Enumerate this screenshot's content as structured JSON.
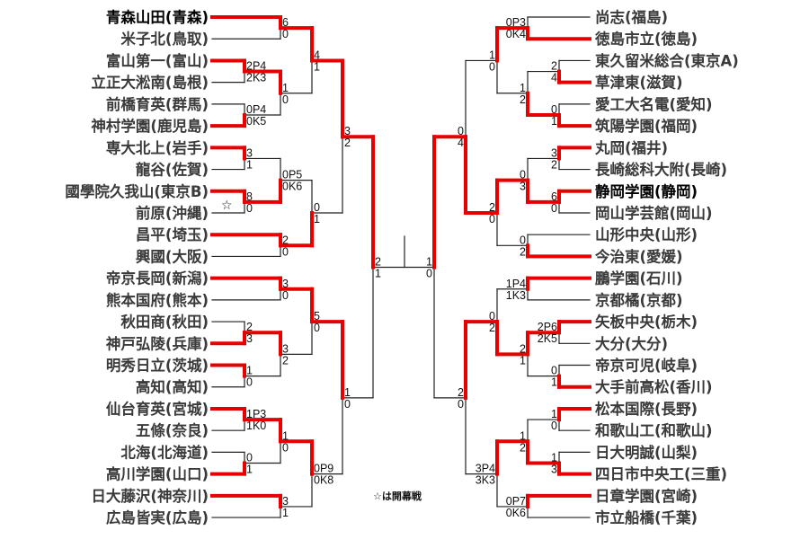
{
  "colors": {
    "win": "#e60000",
    "line": "#222222"
  },
  "legend": "☆は開幕戦",
  "star": "☆",
  "left": {
    "teams": [
      {
        "name": "青森山田(青森)",
        "bold": true
      },
      {
        "name": "米子北(鳥取)"
      },
      {
        "name": "富山第一(富山)"
      },
      {
        "name": "立正大淞南(島根)"
      },
      {
        "name": "前橋育英(群馬)"
      },
      {
        "name": "神村学園(鹿児島)"
      },
      {
        "name": "専大北上(岩手)"
      },
      {
        "name": "龍谷(佐賀)"
      },
      {
        "name": "國學院久我山(東京B)"
      },
      {
        "name": "前原(沖縄)",
        "star": true
      },
      {
        "name": "昌平(埼玉)"
      },
      {
        "name": "興國(大阪)"
      },
      {
        "name": "帝京長岡(新潟)"
      },
      {
        "name": "熊本国府(熊本)"
      },
      {
        "name": "秋田商(秋田)"
      },
      {
        "name": "神戸弘陵(兵庫)"
      },
      {
        "name": "明秀日立(茨城)"
      },
      {
        "name": "高知(高知)"
      },
      {
        "name": "仙台育英(宮城)"
      },
      {
        "name": "五條(奈良)"
      },
      {
        "name": "北海(北海道)"
      },
      {
        "name": "高川学園(山口)"
      },
      {
        "name": "日大藤沢(神奈川)"
      },
      {
        "name": "広島皆実(広島)"
      }
    ],
    "semi": {
      "s": [
        "2",
        "1"
      ],
      "w": 0,
      "c": [
        {
          "s": [
            "3",
            "2"
          ],
          "w": 0,
          "c": [
            {
              "s": [
                "4",
                "1"
              ],
              "w": 0,
              "c": [
                {
                  "s": [
                    "6",
                    "0"
                  ],
                  "w": 0,
                  "c": [
                    0,
                    1
                  ]
                },
                {
                  "s": [
                    "1",
                    "0"
                  ],
                  "w": 0,
                  "c": [
                    {
                      "s": [
                        "2P4",
                        "2K3"
                      ],
                      "w": 0,
                      "c": [
                        2,
                        3
                      ]
                    },
                    {
                      "s": [
                        "0P4",
                        "0K5"
                      ],
                      "w": 1,
                      "c": [
                        4,
                        5
                      ]
                    }
                  ]
                }
              ]
            },
            {
              "s": [
                "0",
                "1"
              ],
              "w": 1,
              "c": [
                {
                  "s": [
                    "0P5",
                    "0K6"
                  ],
                  "w": 1,
                  "c": [
                    {
                      "s": [
                        "3",
                        "1"
                      ],
                      "w": 0,
                      "c": [
                        6,
                        7
                      ]
                    },
                    {
                      "s": [
                        "8",
                        "0"
                      ],
                      "w": 0,
                      "c": [
                        8,
                        9
                      ]
                    }
                  ]
                },
                {
                  "s": [
                    "2",
                    "0"
                  ],
                  "w": 0,
                  "c": [
                    10,
                    11
                  ]
                }
              ]
            }
          ]
        },
        {
          "s": [
            "1",
            "0"
          ],
          "w": 0,
          "c": [
            {
              "s": [
                "5",
                "0"
              ],
              "w": 0,
              "c": [
                {
                  "s": [
                    "3",
                    "0"
                  ],
                  "w": 0,
                  "c": [
                    12,
                    13
                  ]
                },
                {
                  "s": [
                    "3",
                    "2"
                  ],
                  "w": 0,
                  "c": [
                    {
                      "s": [
                        "2",
                        "3"
                      ],
                      "w": 1,
                      "c": [
                        14,
                        15
                      ]
                    },
                    {
                      "s": [
                        "1",
                        "0"
                      ],
                      "w": 0,
                      "c": [
                        16,
                        17
                      ]
                    }
                  ]
                }
              ]
            },
            {
              "s": [
                "0P9",
                "0K8"
              ],
              "w": 0,
              "c": [
                {
                  "s": [
                    "1",
                    "0"
                  ],
                  "w": 0,
                  "c": [
                    {
                      "s": [
                        "1P3",
                        "1K0"
                      ],
                      "w": 0,
                      "c": [
                        18,
                        19
                      ]
                    },
                    {
                      "s": [
                        "0",
                        "1"
                      ],
                      "w": 1,
                      "c": [
                        20,
                        21
                      ]
                    }
                  ]
                },
                {
                  "s": [
                    "3",
                    "1"
                  ],
                  "w": 0,
                  "c": [
                    22,
                    23
                  ]
                }
              ]
            }
          ]
        }
      ]
    }
  },
  "right": {
    "teams": [
      {
        "name": "尚志(福島)"
      },
      {
        "name": "徳島市立(徳島)"
      },
      {
        "name": "東久留米総合(東京A)"
      },
      {
        "name": "草津東(滋賀)"
      },
      {
        "name": "愛工大名電(愛知)"
      },
      {
        "name": "筑陽学園(福岡)"
      },
      {
        "name": "丸岡(福井)"
      },
      {
        "name": "長崎総科大附(長崎)"
      },
      {
        "name": "静岡学園(静岡)",
        "bold": true
      },
      {
        "name": "岡山学芸館(岡山)"
      },
      {
        "name": "山形中央(山形)"
      },
      {
        "name": "今治東(愛媛)"
      },
      {
        "name": "鵬学園(石川)"
      },
      {
        "name": "京都橘(京都)"
      },
      {
        "name": "矢板中央(栃木)"
      },
      {
        "name": "大分(大分)"
      },
      {
        "name": "帝京可児(岐阜)"
      },
      {
        "name": "大手前高松(香川)"
      },
      {
        "name": "松本国際(長野)"
      },
      {
        "name": "和歌山工(和歌山)"
      },
      {
        "name": "日大明誠(山梨)"
      },
      {
        "name": "四日市中央工(三重)"
      },
      {
        "name": "日章学園(宮崎)"
      },
      {
        "name": "市立船橋(千葉)"
      }
    ],
    "semi": {
      "s": [
        "1",
        "0"
      ],
      "w": 0,
      "c": [
        {
          "s": [
            "0",
            "4"
          ],
          "w": 1,
          "c": [
            {
              "s": [
                "1",
                "0"
              ],
              "w": 0,
              "c": [
                {
                  "s": [
                    "0P3",
                    "0K4"
                  ],
                  "w": 1,
                  "c": [
                    0,
                    1
                  ]
                },
                {
                  "s": [
                    "1",
                    "2"
                  ],
                  "w": 1,
                  "c": [
                    {
                      "s": [
                        "2",
                        "4"
                      ],
                      "w": 1,
                      "c": [
                        2,
                        3
                      ]
                    },
                    {
                      "s": [
                        "0",
                        "1"
                      ],
                      "w": 1,
                      "c": [
                        4,
                        5
                      ]
                    }
                  ]
                }
              ]
            },
            {
              "s": [
                "2",
                "0"
              ],
              "w": 0,
              "c": [
                {
                  "s": [
                    "0",
                    "3"
                  ],
                  "w": 1,
                  "c": [
                    {
                      "s": [
                        "3",
                        "2"
                      ],
                      "w": 0,
                      "c": [
                        6,
                        7
                      ]
                    },
                    {
                      "s": [
                        "6",
                        "0"
                      ],
                      "w": 0,
                      "c": [
                        8,
                        9
                      ]
                    }
                  ]
                },
                {
                  "s": [
                    "0",
                    "2"
                  ],
                  "w": 1,
                  "c": [
                    10,
                    11
                  ]
                }
              ]
            }
          ]
        },
        {
          "s": [
            "2",
            "0"
          ],
          "w": 0,
          "c": [
            {
              "s": [
                "0",
                "2"
              ],
              "w": 1,
              "c": [
                {
                  "s": [
                    "1P4",
                    "1K3"
                  ],
                  "w": 0,
                  "c": [
                    12,
                    13
                  ]
                },
                {
                  "s": [
                    "2",
                    "1"
                  ],
                  "w": 0,
                  "c": [
                    {
                      "s": [
                        "2P6",
                        "2K5"
                      ],
                      "w": 0,
                      "c": [
                        14,
                        15
                      ]
                    },
                    {
                      "s": [
                        "0",
                        "1"
                      ],
                      "w": 1,
                      "c": [
                        16,
                        17
                      ]
                    }
                  ]
                }
              ]
            },
            {
              "s": [
                "3P4",
                "3K3"
              ],
              "w": 0,
              "c": [
                {
                  "s": [
                    "1",
                    "2"
                  ],
                  "w": 1,
                  "c": [
                    {
                      "s": [
                        "1",
                        "0"
                      ],
                      "w": 0,
                      "c": [
                        18,
                        19
                      ]
                    },
                    {
                      "s": [
                        "1",
                        "3"
                      ],
                      "w": 1,
                      "c": [
                        20,
                        21
                      ]
                    }
                  ]
                },
                {
                  "s": [
                    "0P7",
                    "0K6"
                  ],
                  "w": 0,
                  "c": [
                    22,
                    23
                  ]
                }
              ]
            }
          ]
        }
      ]
    }
  }
}
